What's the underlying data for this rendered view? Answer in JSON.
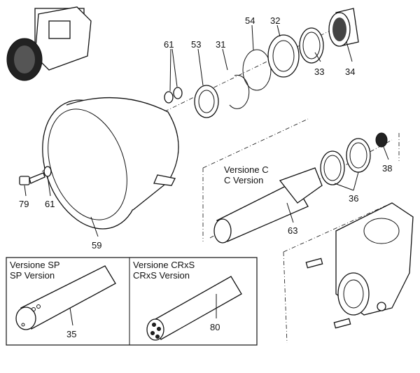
{
  "labels": {
    "p61a": "61",
    "p53": "53",
    "p31": "31",
    "p54": "54",
    "p32": "32",
    "p33": "33",
    "p34": "34",
    "p79": "79",
    "p61b": "61",
    "p59": "59",
    "p38": "38",
    "p36": "36",
    "p63": "63",
    "p35": "35",
    "p80": "80"
  },
  "versions": {
    "c_it": "Versione C",
    "c_en": "C Version",
    "sp_it": "Versione SP",
    "sp_en": "SP Version",
    "crxs_it": "Versione CRxS",
    "crxs_en": "CRxS Version"
  }
}
